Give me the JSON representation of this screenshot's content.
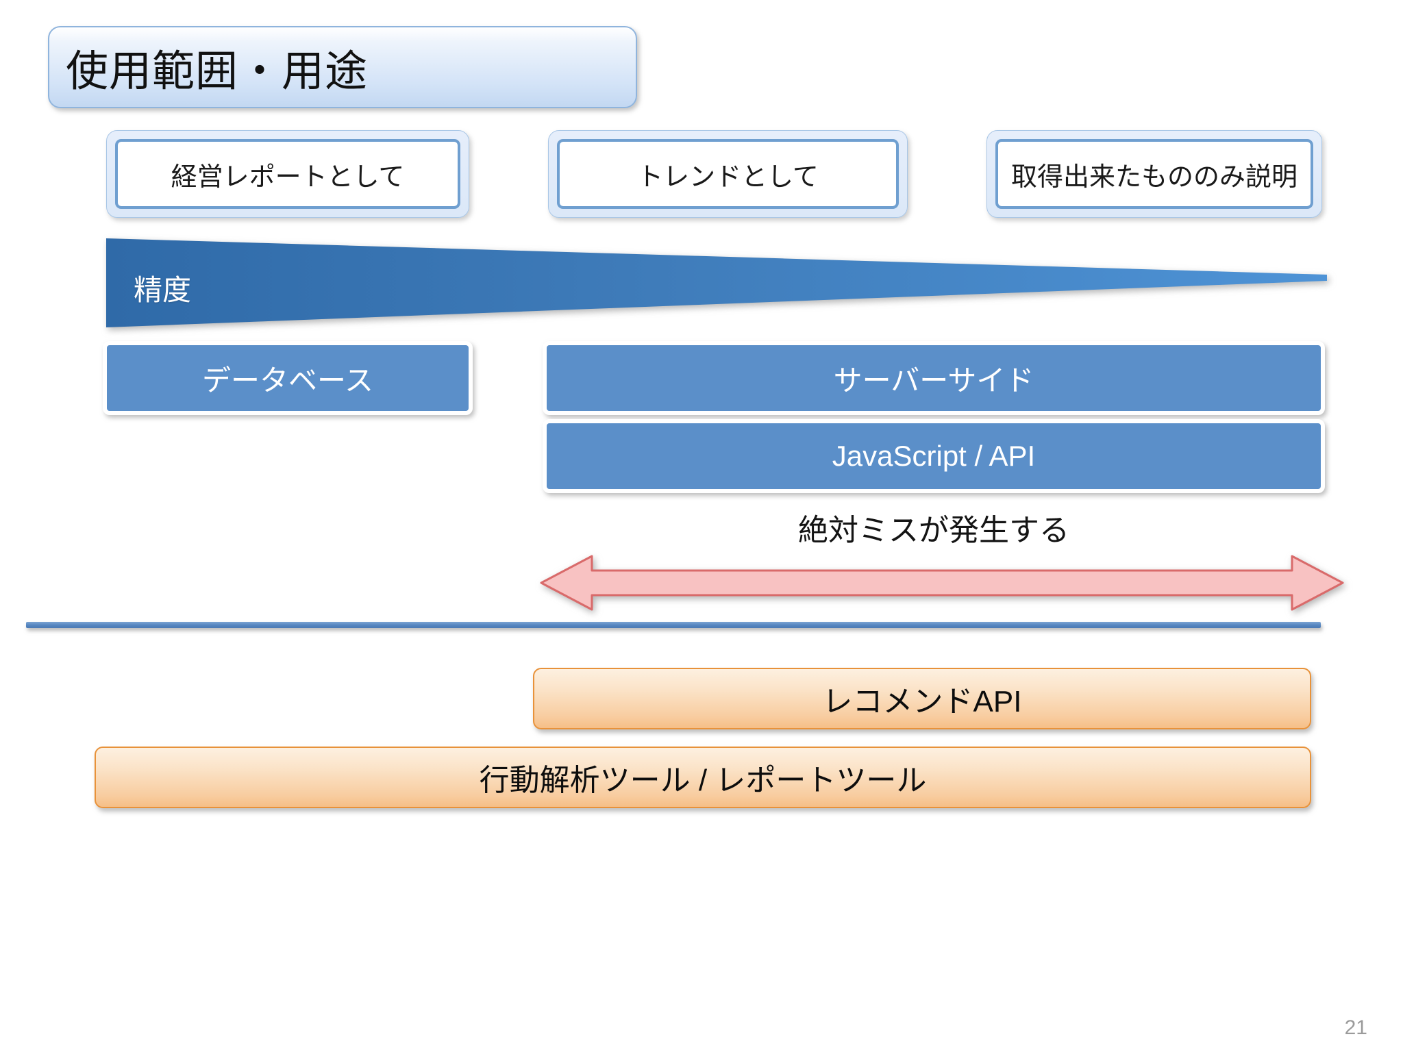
{
  "slide": {
    "title": "使用範囲・用途",
    "page_number": "21",
    "accent_blue": "#5b8fc9",
    "accent_orange": "#e8923a",
    "accent_pink": "#f6b7b7"
  },
  "usage_boxes": [
    {
      "label": "経営レポートとして"
    },
    {
      "label": "トレンドとして"
    },
    {
      "label": "取得出来たもののみ説明"
    }
  ],
  "accuracy": {
    "label": "精度"
  },
  "layers": [
    {
      "label": "データベース"
    },
    {
      "label": "サーバーサイド"
    },
    {
      "label": "JavaScript / API"
    }
  ],
  "mistake": {
    "note": "絶対ミスが発生する",
    "arrow_name": "double-headed-arrow"
  },
  "tools": [
    {
      "label": "レコメンドAPI"
    },
    {
      "label": "行動解析ツール / レポートツール"
    }
  ]
}
